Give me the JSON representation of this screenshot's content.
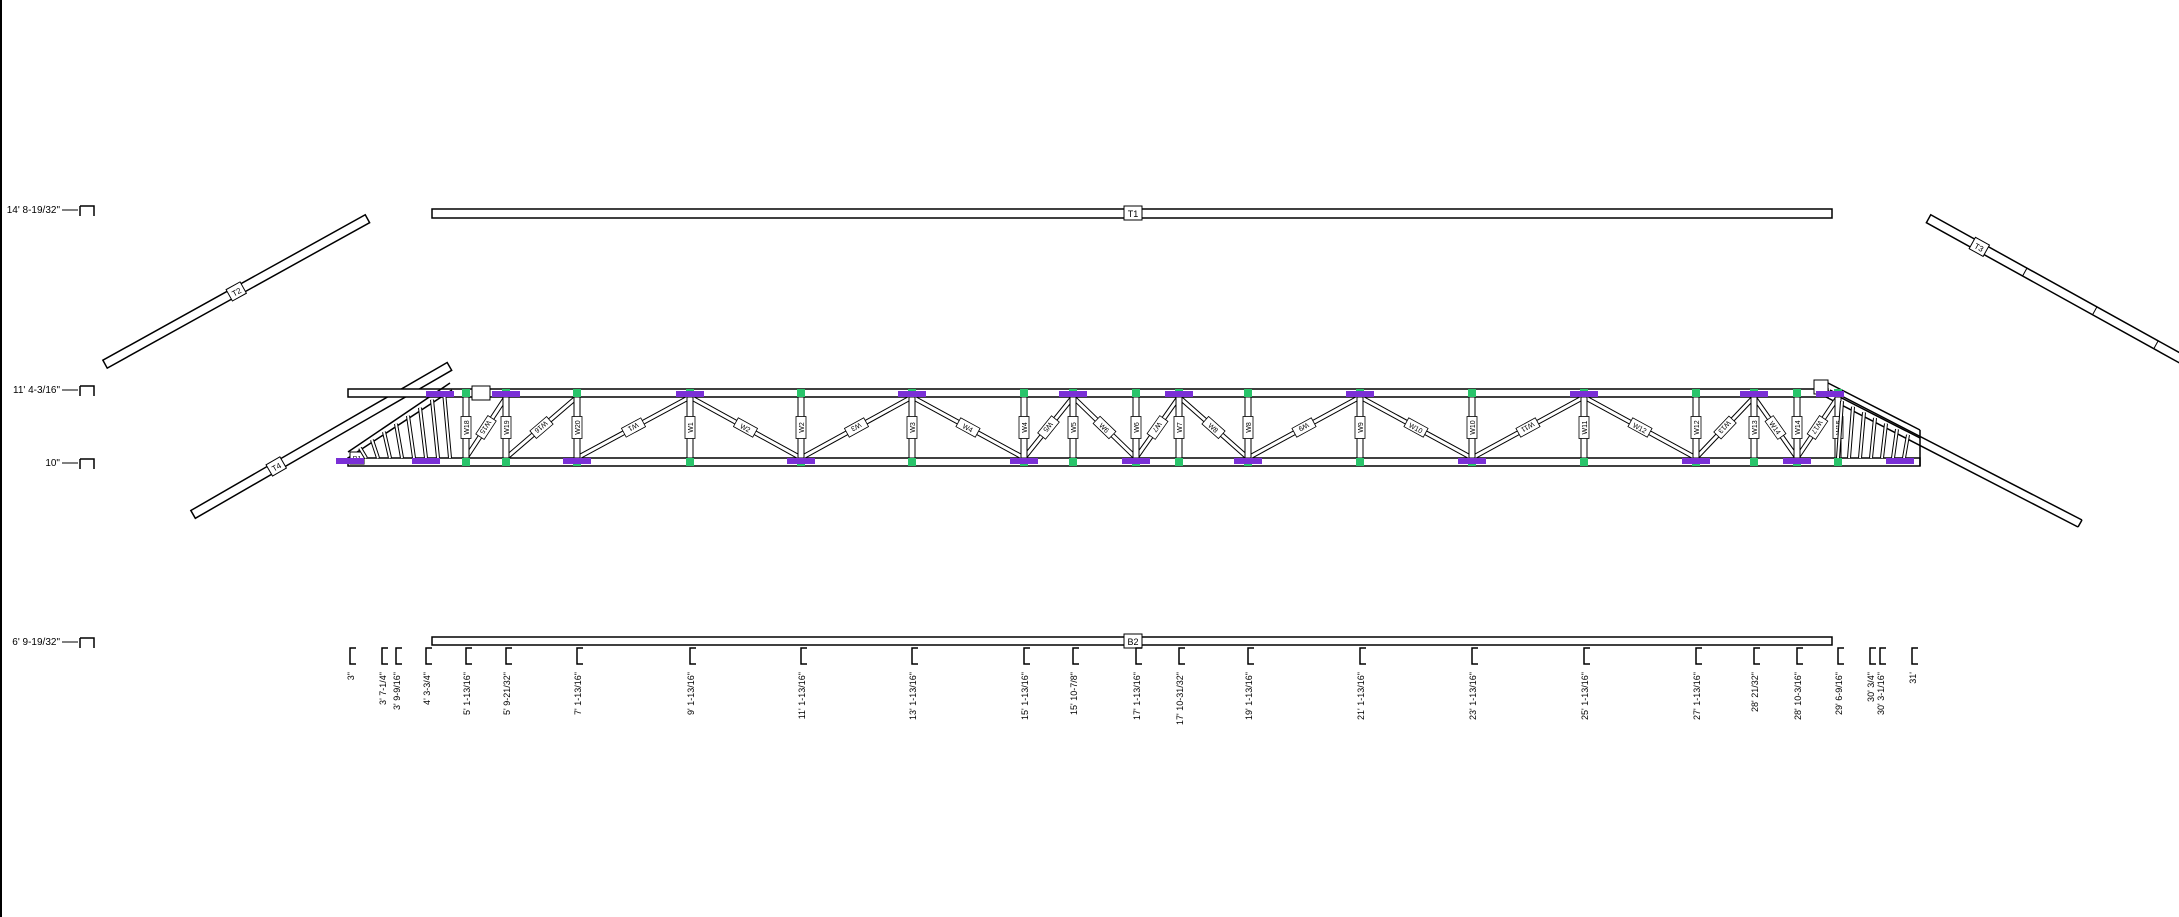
{
  "colors": {
    "line": "#000000",
    "plate_fill": "#7a2fd6",
    "connector_fill": "#29c46a",
    "background": "#ffffff"
  },
  "level_labels": [
    {
      "id": "L1",
      "text": "14' 8-19/32\""
    },
    {
      "id": "L2",
      "text": "11' 4-3/16\""
    },
    {
      "id": "L3",
      "text": "10\""
    },
    {
      "id": "L4",
      "text": "6' 9-19/32\""
    }
  ],
  "member_labels": {
    "top_chord_top": "T1",
    "top_chord_left": "T2",
    "top_chord_right": "T3",
    "bottom_chord_left": "T4",
    "bottom_plank": "B1",
    "bottom_chord": "B2"
  },
  "web_labels": [
    "W1",
    "W2",
    "W3",
    "W4",
    "W5",
    "W6",
    "W7",
    "W8",
    "W9",
    "W10",
    "W11",
    "W12",
    "W13",
    "W14",
    "W15",
    "W16",
    "W17",
    "W18",
    "W19",
    "W20"
  ],
  "bottom_dimensions": [
    "3\"",
    "3' 7-1/4\"",
    "3' 9-9/16\"",
    "4' 3-3/4\"",
    "5' 1-13/16\"",
    "5' 9-21/32\"",
    "7' 1-13/16\"",
    "9' 1-13/16\"",
    "11' 1-13/16\"",
    "13' 1-13/16\"",
    "15' 1-13/16\"",
    "15' 10-7/8\"",
    "17' 1-13/16\"",
    "17' 10-31/32\"",
    "19' 1-13/16\"",
    "21' 1-13/16\"",
    "23' 1-13/16\"",
    "25' 1-13/16\"",
    "27' 1-13/16\"",
    "28' 21/32\"",
    "28' 10-3/16\"",
    "29' 6-9/16\"",
    "30' 3/4\"",
    "30' 3-1/16\"",
    "31'"
  ]
}
